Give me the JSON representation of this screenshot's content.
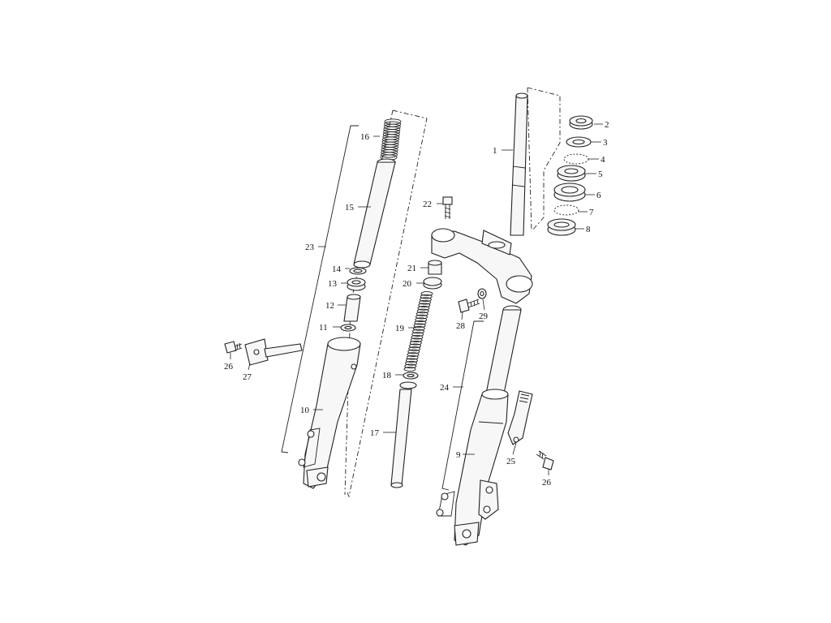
{
  "labels": {
    "p1": "1",
    "p2": "2",
    "p3": "3",
    "p4": "4",
    "p5": "5",
    "p6": "6",
    "p7": "7",
    "p8": "8",
    "p9": "9",
    "p10": "10",
    "p11": "11",
    "p12": "12",
    "p13": "13",
    "p14": "14",
    "p15": "15",
    "p16": "16",
    "p17": "17",
    "p18": "18",
    "p19": "19",
    "p20": "20",
    "p21": "21",
    "p22": "22",
    "p23": "23",
    "p24": "24",
    "p25": "25",
    "p26a": "26",
    "p26b": "26",
    "p27": "27",
    "p28": "28",
    "p29": "29"
  }
}
